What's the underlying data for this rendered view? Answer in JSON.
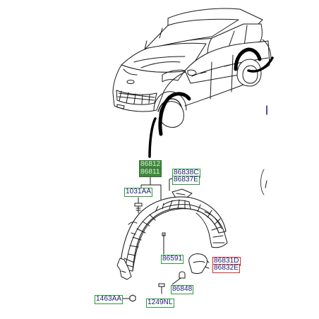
{
  "colors": {
    "outline": "#1a1a1a",
    "label_text": "#1a1a7a",
    "label_border_green": "#2a9a3a",
    "label_border_red": "#d22a2a",
    "label_highlight": "#3f8a3a"
  },
  "labels": {
    "p86812": "86812",
    "p86811": "86811",
    "p86838C": "86838C",
    "p86837E": "86837E",
    "p1031AA": "1031AA",
    "p86591": "86591",
    "p86831D": "86831D",
    "p86832E": "86832E",
    "p86848": "86848",
    "p1463AA": "1463AA",
    "p1249NL": "1249NL"
  }
}
